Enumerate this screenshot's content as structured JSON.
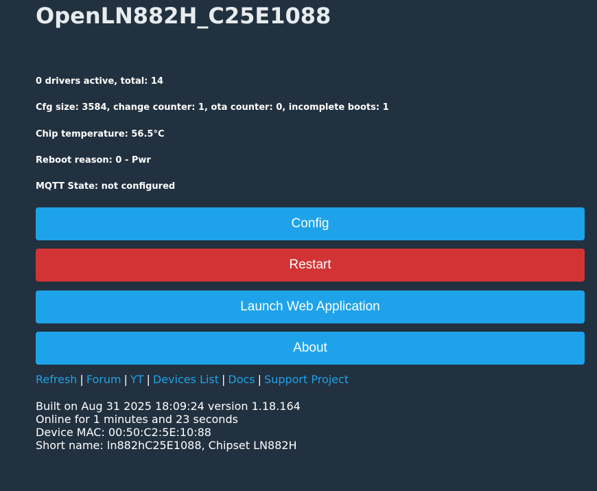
{
  "header": {
    "title": "OpenLN882H_C25E1088"
  },
  "status": {
    "drivers": "0 drivers active, total: 14",
    "cfg": "Cfg size: 3584, change counter: 1, ota counter: 0, incomplete boots: 1",
    "temperature": "Chip temperature: 56.5°C",
    "reboot": "Reboot reason: 0 - Pwr",
    "mqtt": "MQTT State: not configured"
  },
  "buttons": {
    "config": "Config",
    "restart": "Restart",
    "launch": "Launch Web Application",
    "about": "About"
  },
  "links": {
    "refresh": "Refresh",
    "forum": "Forum",
    "yt": "YT",
    "devices": "Devices List",
    "docs": "Docs",
    "support": "Support Project",
    "separator": "|"
  },
  "info": {
    "built": "Built on Aug 31 2025 18:09:24 version 1.18.164",
    "online": "Online for 1 minutes and 23 seconds",
    "mac": "Device MAC: 00:50:C2:5E:10:88",
    "shortname": "Short name: ln882hC25E1088, Chipset LN882H"
  },
  "colors": {
    "background": "#22313f",
    "accent": "#1ea3ea",
    "danger": "#d23435"
  }
}
